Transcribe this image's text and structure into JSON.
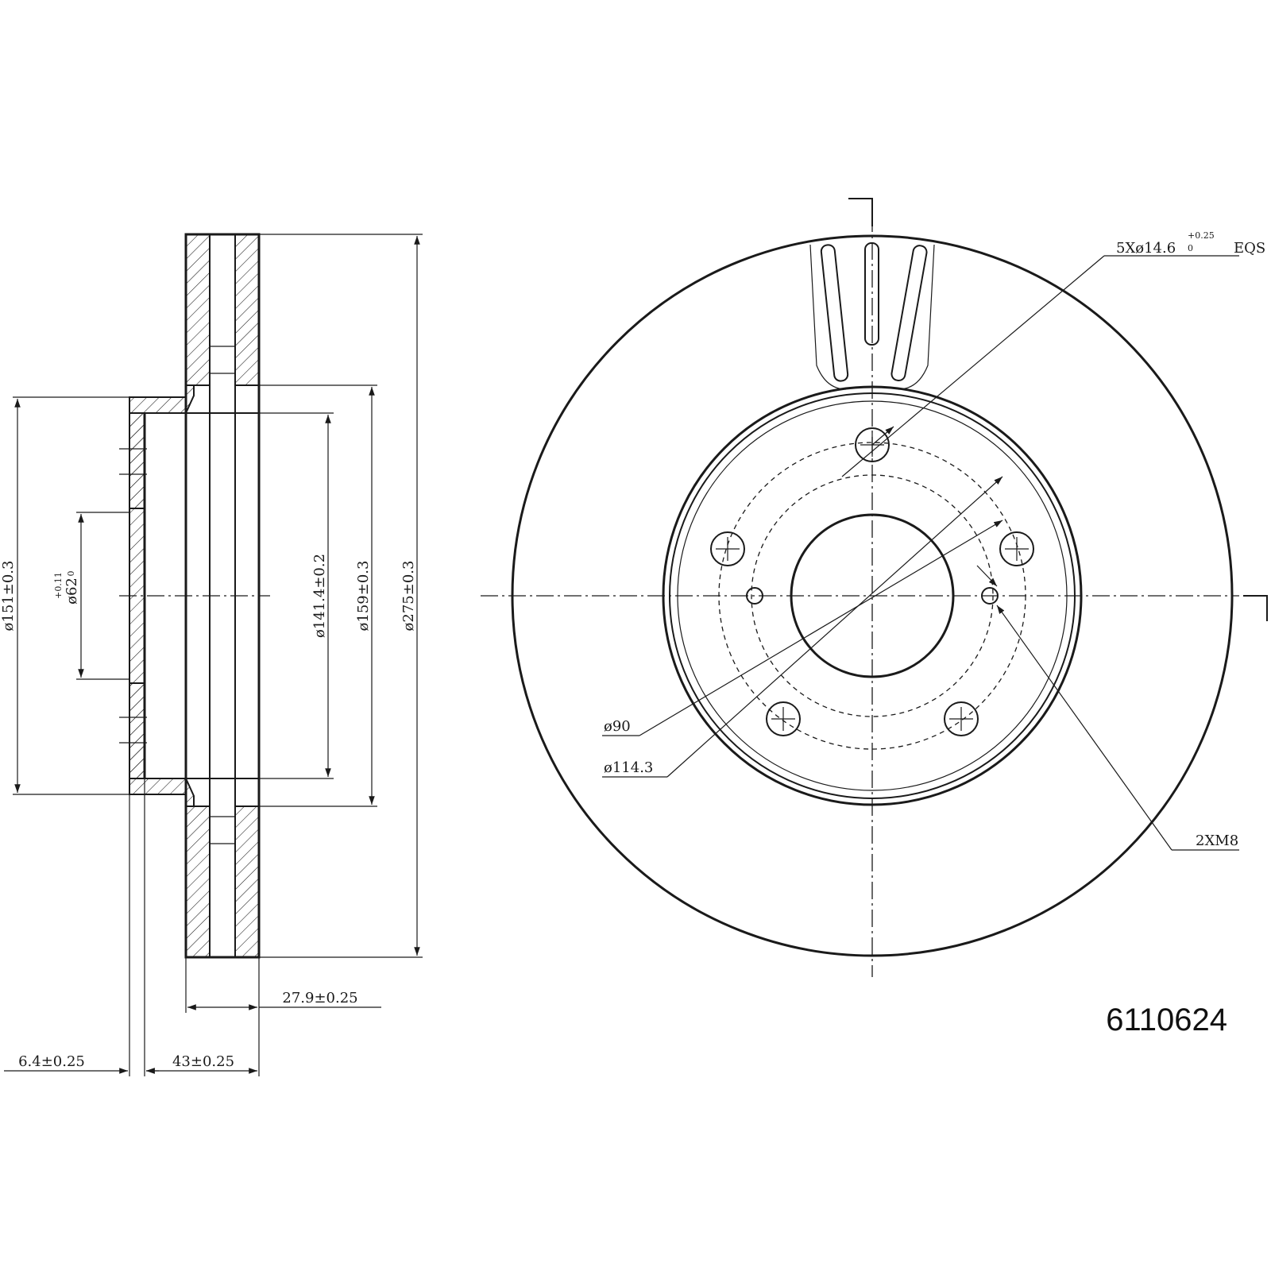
{
  "part_number": "6110624",
  "section_view": {
    "dimensions": {
      "d151": "ø151±0.3",
      "d62": "ø62",
      "d62_tol_upper": "+0.11",
      "d62_tol_lower": "0",
      "d141": "ø141.4±0.2",
      "d159": "ø159±0.3",
      "d275": "ø275±0.3",
      "thickness": "27.9±0.25",
      "hub_depth": "6.4±0.25",
      "height": "43±0.25"
    }
  },
  "front_view": {
    "callouts": {
      "bolt_holes_main": "5Xø14.6",
      "bolt_holes_tol_upper": "+0.25",
      "bolt_holes_tol_lower": "0",
      "bolt_holes_suffix": "EQS",
      "bore": "ø90",
      "pcd": "ø114.3",
      "threads": "2XM8"
    }
  }
}
